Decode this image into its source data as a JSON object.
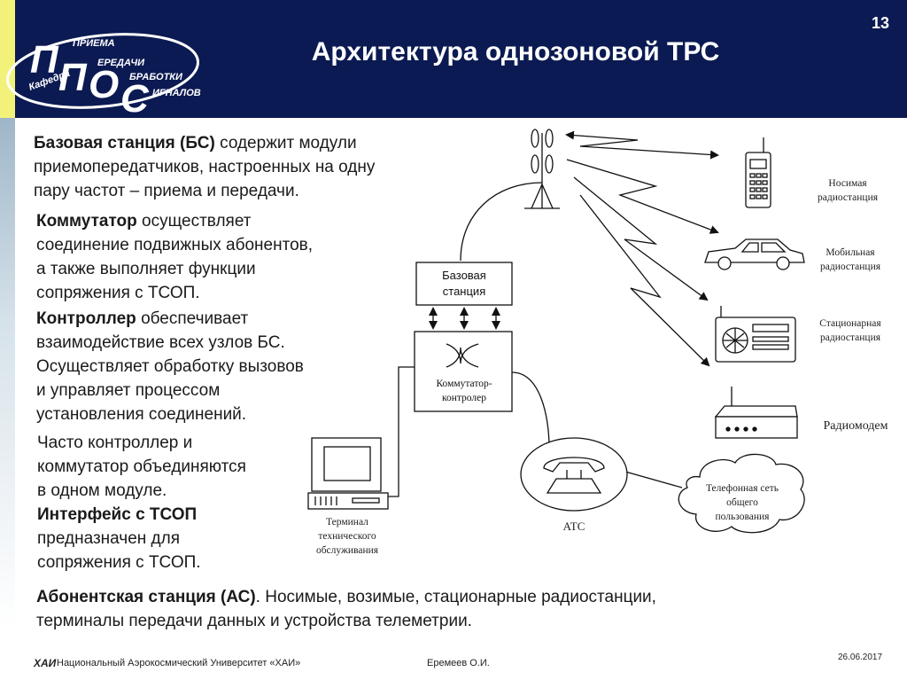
{
  "slide": {
    "number": "13",
    "title": "Архитектура однозоновой ТРС"
  },
  "logo": {
    "letters": "ППОС",
    "text_lines": [
      "ПРИЕМА",
      "ЕРЕДАЧИ",
      "БРАБОТКИ",
      "Кафедра",
      "ИГНАЛОВ"
    ]
  },
  "body": {
    "p1_bold": "Базовая станция (БС)",
    "p1_rest": " содержит модули",
    "p1_line2": "приемопередатчиков, настроенных на одну",
    "p1_line3": "пару частот – приема и передачи.",
    "p2_bold": "Коммутатор",
    "p2_rest": " осуществляет",
    "p2_line2": "соединение подвижных абонентов,",
    "p2_line3": "а также выполняет функции",
    "p2_line4": "сопряжения с ТСОП.",
    "p3_bold": "Контроллер",
    "p3_rest": " обеспечивает",
    "p3_line2": "взаимодействие всех узлов БС.",
    "p3_line3": "Осуществляет обработку вызовов",
    "p3_line4": "и управляет процессом",
    "p3_line5": "установления соединений.",
    "p4_line1": "Часто контроллер и",
    "p4_line2": "коммутатор объединяются",
    "p4_line3": "в одном модуле.",
    "p5_bold": "Интерфейс с ТСОП",
    "p5_line2": "предназначен для",
    "p5_line3": "сопряжения с ТСОП.",
    "p6_bold": "Абонентская станция (АС)",
    "p6_rest": ". Носимые, возимые, стационарные радиостанции,",
    "p6_line2": "терминалы передачи данных и устройства телеметрии."
  },
  "diagram": {
    "base_station_line1": "Базовая",
    "base_station_line2": "станция",
    "switch_line1": "Коммутатор-",
    "switch_line2": "контролер",
    "terminal_line1": "Терминал",
    "terminal_line2": "технического",
    "terminal_line3": "обслуживания",
    "ats": "АТС",
    "pstn_line1": "Телефонная сеть",
    "pstn_line2": "общего",
    "pstn_line3": "пользования",
    "portable_line1": "Носимая",
    "portable_line2": "радиостанция",
    "mobile_line1": "Мобильная",
    "mobile_line2": "радиостанция",
    "stationary_line1": "Стационарная",
    "stationary_line2": "радиостанция",
    "modem": "Радиомодем"
  },
  "footer": {
    "univ_logo": "ХАИ",
    "university": "Национальный Аэрокосмический Университет «ХАИ»",
    "author": "Еремеев О.И.",
    "date": "26.06.2017"
  },
  "colors": {
    "header_bg": "#0b1a52",
    "header_strip": "#f2f27a",
    "logo_text": "#ffffff"
  }
}
